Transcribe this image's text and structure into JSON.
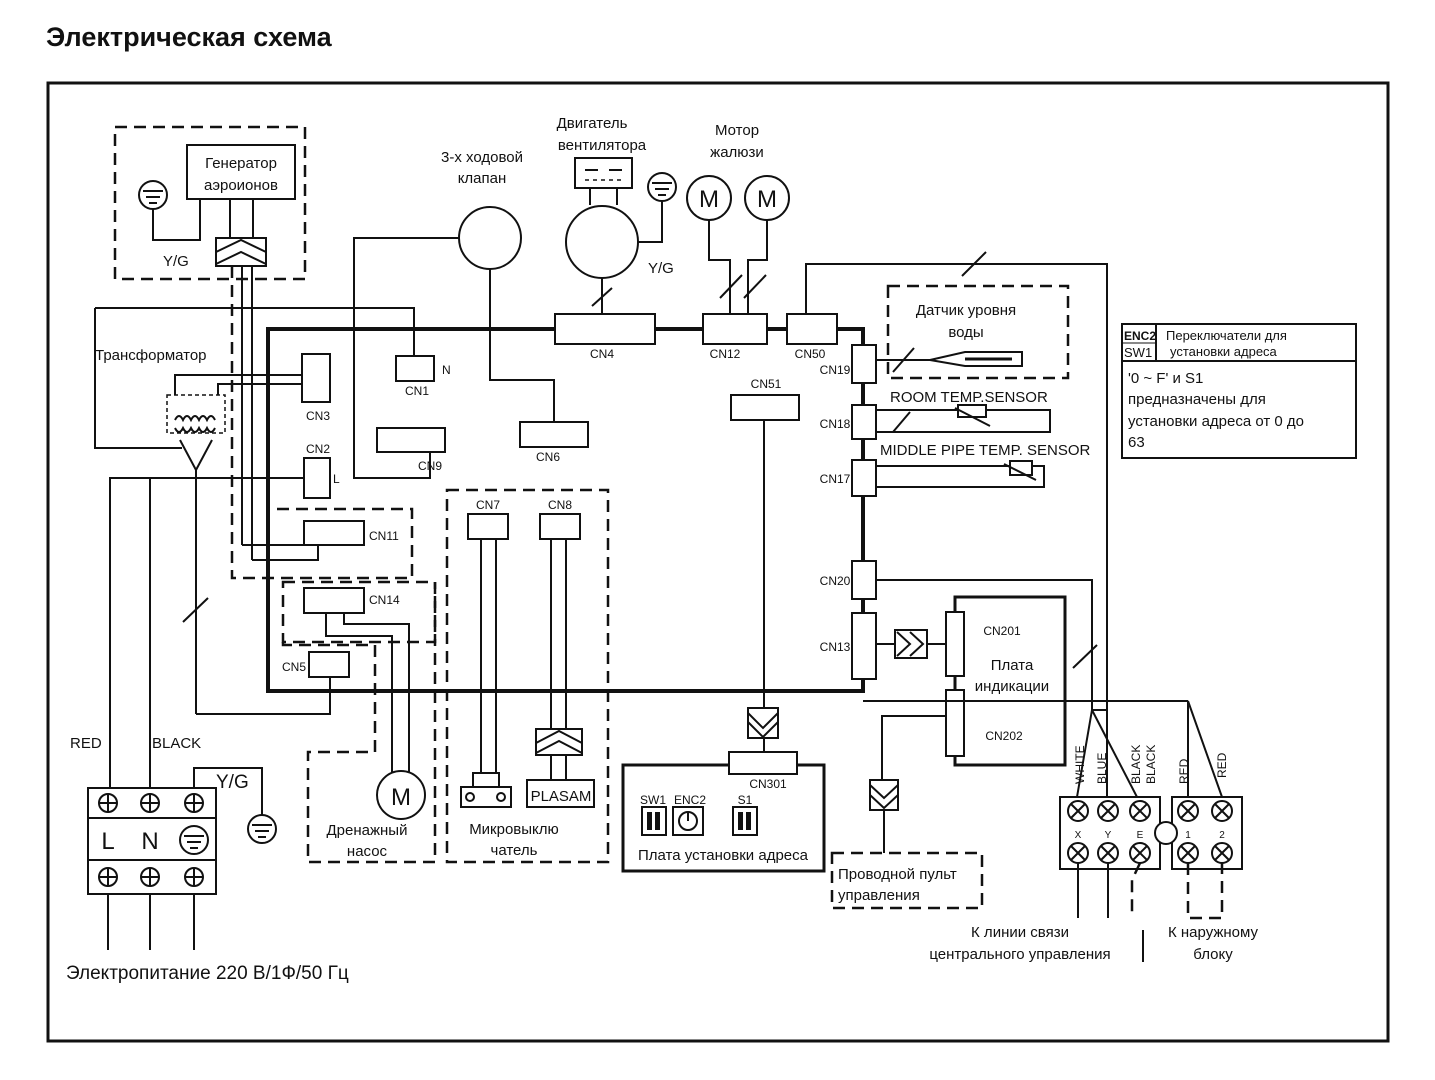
{
  "title": "Электрическая схема",
  "labels": {
    "generator_line1": "Генератор",
    "generator_line2": "аэроионов",
    "yg": "Y/G",
    "valve_line1": "3-х ходовой",
    "valve_line2": "клапан",
    "fan_line1": "Двигатель",
    "fan_line2": "вентилятора",
    "louver_line1": "Мотор",
    "louver_line2": "жалюзи",
    "motor_letter": "M",
    "transformer": "Трансформатор",
    "water_sensor_line1": "Датчик уровня",
    "water_sensor_line2": "воды",
    "room_sensor": "ROOM TEMP.SENSOR",
    "pipe_sensor": "MIDDLE PIPE TEMP. SENSOR",
    "display_line1": "Плата",
    "display_line2": "индикации",
    "drain_line1": "Дренажный",
    "drain_line2": "насос",
    "microswitch_line1": "Микровыклю",
    "microswitch_line2": "чатель",
    "plasma": "PLASAM",
    "address_board": "Плата установки адреса",
    "remote_line1": "Проводной пульт",
    "remote_line2": "управления",
    "central_line1": "К линии связи",
    "central_line2": "центрального управления",
    "outdoor_line1": "К наружному",
    "outdoor_line2": "блоку",
    "power_supply": "Электропитание 220 В/1Ф/50 Гц",
    "red": "RED",
    "black": "BLACK",
    "L": "L",
    "N": "N"
  },
  "connectors": {
    "cn1": "CN1",
    "cn2": "CN2",
    "cn3": "CN3",
    "cn4": "CN4",
    "cn5": "CN5",
    "cn6": "CN6",
    "cn7": "CN7",
    "cn8": "CN8",
    "cn9": "CN9",
    "cn11": "CN11",
    "cn12": "CN12",
    "cn13": "CN13",
    "cn14": "CN14",
    "cn17": "CN17",
    "cn18": "CN18",
    "cn19": "CN19",
    "cn20": "CN20",
    "cn50": "CN50",
    "cn51": "CN51",
    "cn201": "CN201",
    "cn202": "CN202",
    "cn301": "CN301",
    "n_mark": "N",
    "l_mark": "L"
  },
  "switches": {
    "sw1": "SW1",
    "enc2": "ENC2",
    "s1": "S1"
  },
  "legend": {
    "enc2": "ENC2",
    "sw1": "SW1",
    "header_line1": "Переключатели для",
    "header_line2": "установки адреса",
    "body_line1": "'0 ~ F' и  S1",
    "body_line2": "предназначены для",
    "body_line3": "установки адреса от 0 до",
    "body_line4": "63"
  },
  "terminal_wires": {
    "white": "WHITE",
    "blue": "BLUE",
    "black1": "BLACK",
    "black2": "BLACK",
    "red1": "RED",
    "red2": "RED"
  },
  "terminal_marks": {
    "x": "X",
    "y": "Y",
    "e": "E",
    "one": "1",
    "two": "2"
  }
}
